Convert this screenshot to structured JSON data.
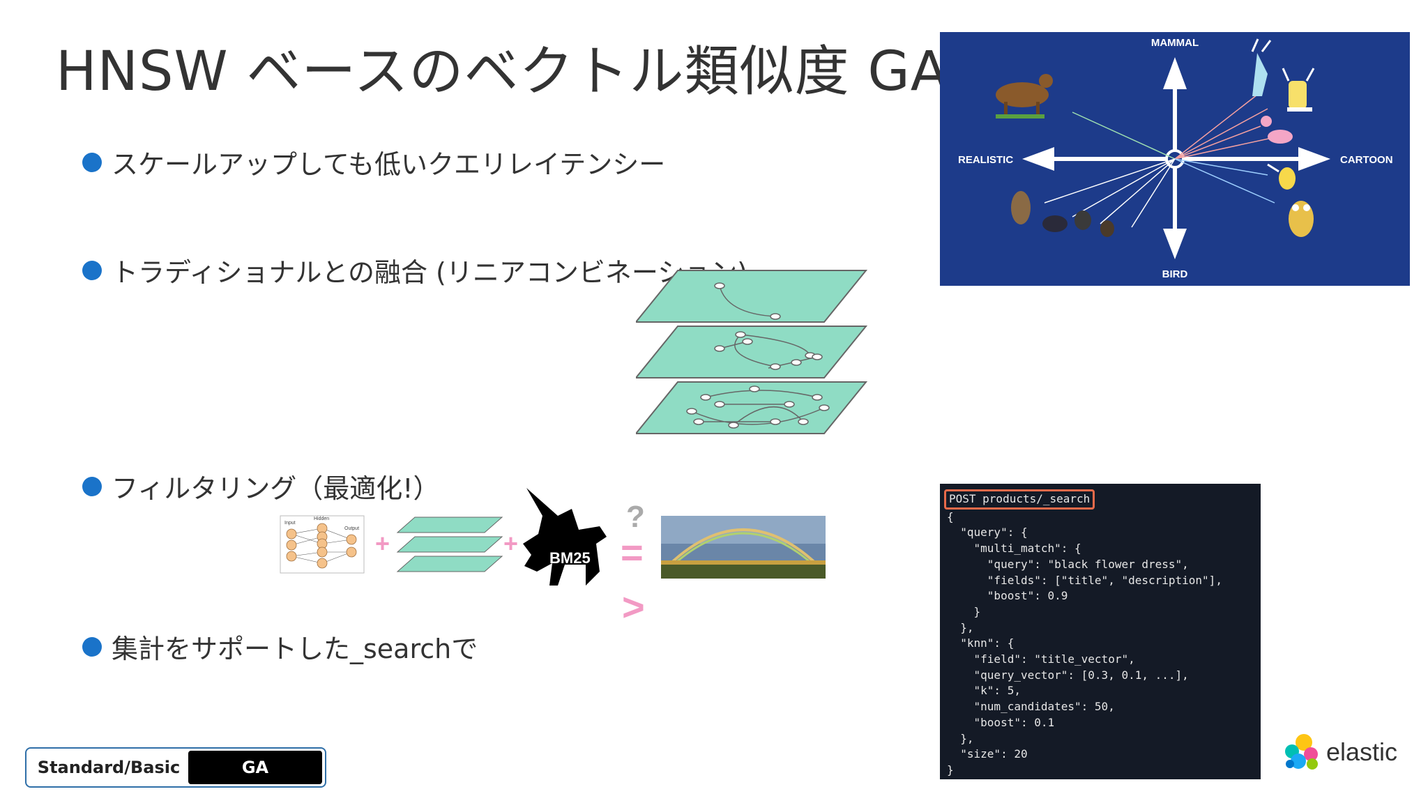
{
  "slide": {
    "title": "HNSW ベースのベクトル類似度 GA!",
    "bullets": [
      "スケールアップしても低いクエリレイテンシー",
      "トラディショナルとの融合 (リニアコンビネーション)",
      "フィルタリング（最適化!）",
      "集計をサポートした_searchで"
    ]
  },
  "vector_space": {
    "labels": {
      "top": "MAMMAL",
      "left": "REALISTIC",
      "right": "CARTOON",
      "bottom": "BIRD"
    },
    "colors": {
      "background": "#1d3b8a",
      "axis": "#ffffff"
    }
  },
  "filter_row": {
    "plus": "+",
    "bm25": "BM25",
    "question": "?",
    "equals": "=",
    "greater": ">",
    "nn_labels": {
      "input": "Input",
      "hidden": "Hidden",
      "output": "Output"
    },
    "colors": {
      "operator": "#f29ac4",
      "question": "#aaaaaa"
    }
  },
  "code": {
    "endpoint": "POST products/_search",
    "body": "{\n  \"query\": {\n    \"multi_match\": {\n      \"query\": \"black flower dress\",\n      \"fields\": [\"title\", \"description\"],\n      \"boost\": 0.9\n    }\n  },\n  \"knn\": {\n    \"field\": \"title_vector\",\n    \"query_vector\": [0.3, 0.1, ...],\n    \"k\": 5,\n    \"num_candidates\": 50,\n    \"boost\": 0.1\n  },\n  \"size\": 20\n}"
  },
  "license": {
    "tier": "Standard/Basic",
    "status": "GA"
  },
  "brand": {
    "name": "elastic",
    "colors": [
      "#fec514",
      "#00bfb3",
      "#f04e98",
      "#1ba9f5",
      "#93c90e",
      "#0077cc"
    ]
  }
}
